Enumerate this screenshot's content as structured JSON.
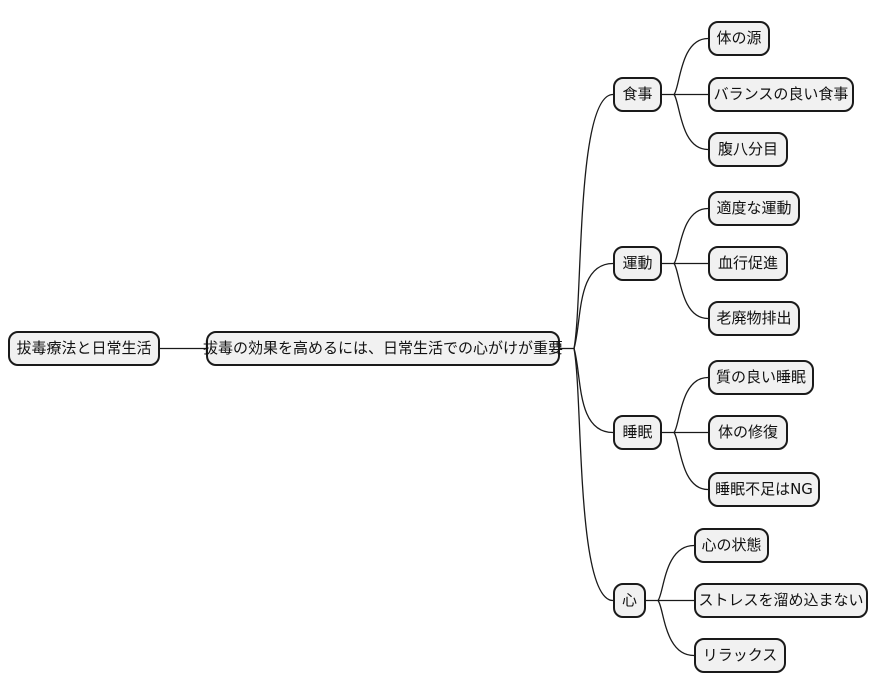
{
  "diagram": {
    "type": "mindmap",
    "root": {
      "label": "拔毒療法と日常生活"
    },
    "central": {
      "label": "拔毒の効果を高めるには、日常生活での心がけが重要"
    },
    "branches": [
      {
        "label": "食事",
        "children": [
          {
            "label": "体の源"
          },
          {
            "label": "バランスの良い食事"
          },
          {
            "label": "腹八分目"
          }
        ]
      },
      {
        "label": "運動",
        "children": [
          {
            "label": "適度な運動"
          },
          {
            "label": "血行促進"
          },
          {
            "label": "老廃物排出"
          }
        ]
      },
      {
        "label": "睡眠",
        "children": [
          {
            "label": "質の良い睡眠"
          },
          {
            "label": "体の修復"
          },
          {
            "label": "睡眠不足はNG"
          }
        ]
      },
      {
        "label": "心",
        "children": [
          {
            "label": "心の状態"
          },
          {
            "label": "ストレスを溜め込まない"
          },
          {
            "label": "リラックス"
          }
        ]
      }
    ],
    "colors": {
      "background": "#ffffff",
      "node_fill": "#f1f1f1",
      "node_border": "#1a1a1a",
      "connector_line": "#1a1a1a",
      "text": "#111111"
    }
  }
}
